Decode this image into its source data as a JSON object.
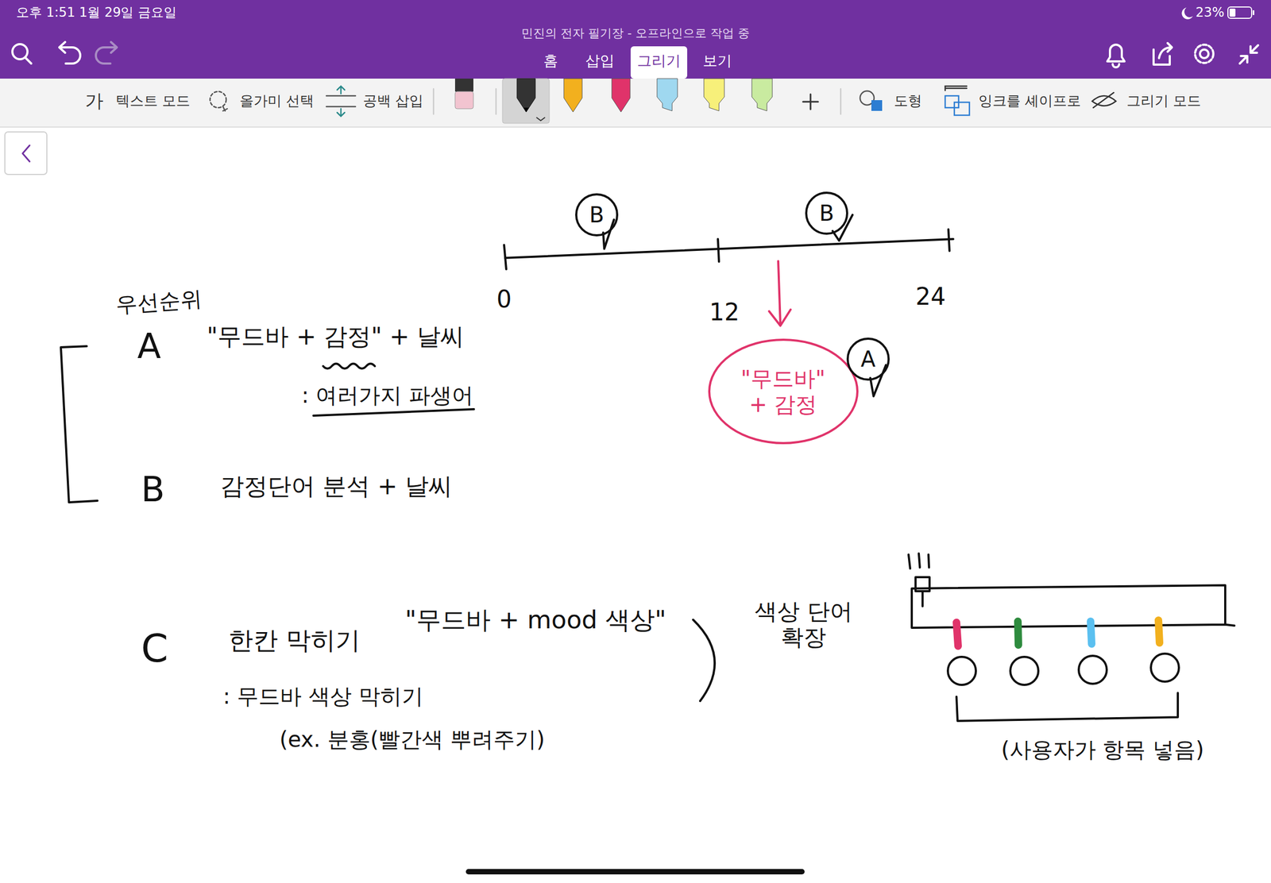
{
  "diagram": {
    "nodes": [
      {
        "text": [
          "B"
        ]
      },
      {
        "text": [
          "B"
        ]
      },
      {
        "text": [
          "\"무드바\" + 감정"
        ]
      },
      {
        "text": [
          "A"
        ]
      }
    ],
    "labels": [
      "오후 1:51",
      "1월 29일 금요일",
      "23%",
      "민진의 전자 필기장 - 오프라인으로 작업 중",
      "홈",
      "삽입",
      "그리기",
      "보기",
      "가",
      "텍스트 모드",
      "올가미 선택",
      "공백 삽입",
      "도형",
      "잉크를 셰이프로",
      "그리기 모드",
      "우선순위",
      "A",
      "\"무드바 + 감정\" + 날씨",
      ": 여러가지 파생어",
      "B",
      "감정단어 분석 + 날씨",
      "0",
      "12",
      "24",
      "C",
      "한칸 막히기",
      "\"무드바 + mood 색상\"",
      ": 무드바 색상 막히기",
      "(ex. 분홍(빨간색 뿌려주기)",
      "색상 단어 확장",
      "(사용자가 항목 넣음)"
    ]
  }
}
